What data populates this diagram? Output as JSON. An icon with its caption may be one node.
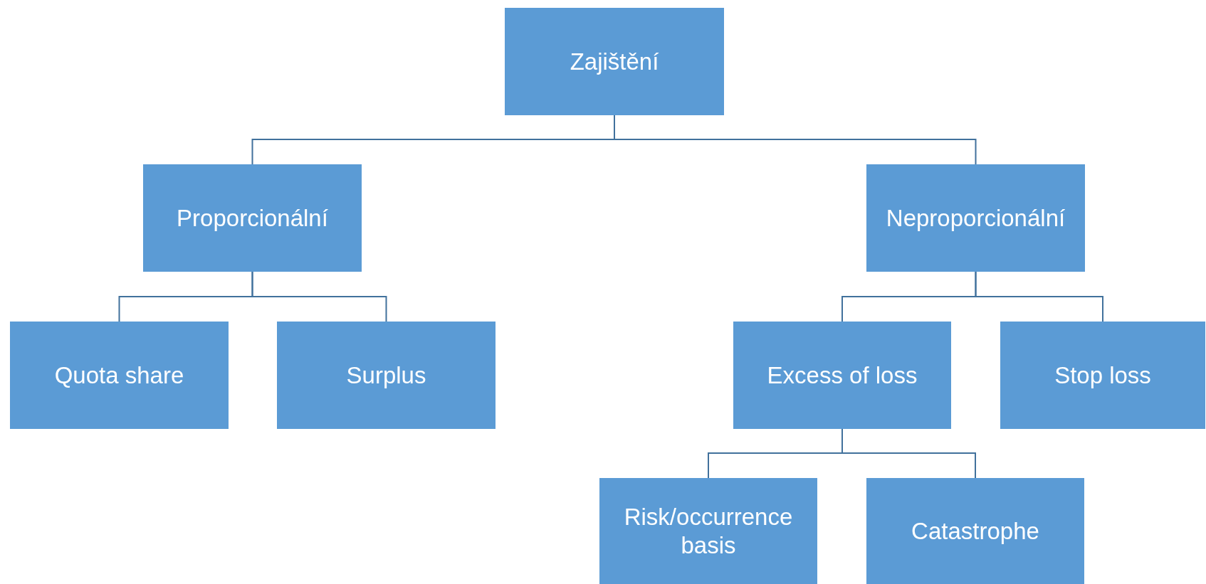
{
  "diagram": {
    "nodes": [
      {
        "text": [
          "Zajištění"
        ]
      },
      {
        "text": [
          "Proporcionální"
        ]
      },
      {
        "text": [
          "Neproporcionální"
        ]
      },
      {
        "text": [
          "Quota share"
        ]
      },
      {
        "text": [
          "Surplus"
        ]
      },
      {
        "text": [
          "Excess of loss"
        ]
      },
      {
        "text": [
          "Stop loss"
        ]
      },
      {
        "text": [
          "Risk/occurrence basis"
        ]
      },
      {
        "text": [
          "Catastrophe"
        ]
      }
    ],
    "edges": [
      {
        "from": 0,
        "to": 1,
        "arrow": "none"
      },
      {
        "from": 0,
        "to": 2,
        "arrow": "none"
      },
      {
        "from": 1,
        "to": 3,
        "arrow": "none"
      },
      {
        "from": 1,
        "to": 4,
        "arrow": "none"
      },
      {
        "from": 2,
        "to": 5,
        "arrow": "none"
      },
      {
        "from": 2,
        "to": 6,
        "arrow": "none"
      },
      {
        "from": 5,
        "to": 7,
        "arrow": "none"
      },
      {
        "from": 5,
        "to": 8,
        "arrow": "none"
      }
    ]
  }
}
